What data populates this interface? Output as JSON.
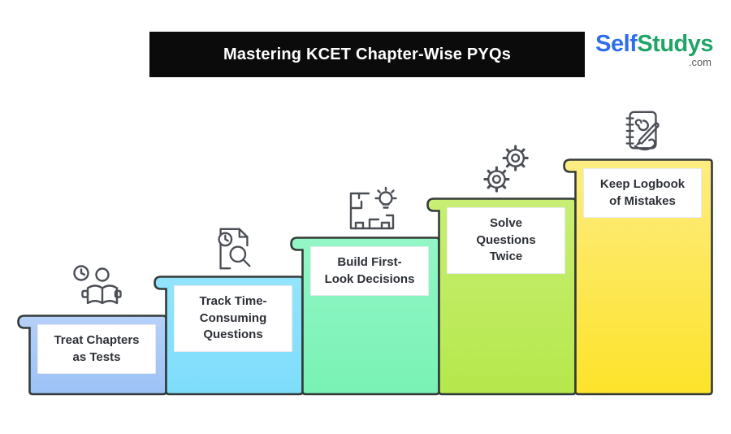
{
  "header": {
    "title": "Mastering KCET Chapter-Wise PYQs",
    "banner_bg": "#0b0b0b",
    "title_color": "#ffffff"
  },
  "logo": {
    "part1": "Self",
    "part1_color": "#2e6ee8",
    "part2": "Studys",
    "part2_color": "#21a566",
    "suffix": ".com",
    "suffix_color": "#55595e"
  },
  "colors": {
    "outline": "#333b39",
    "icon": "#4a4e55",
    "label_text": "#2d3137",
    "background": "#ffffff"
  },
  "steps": [
    {
      "label": "Treat Chapters\nas Tests",
      "icon": "reading-book-icon",
      "color_top": "#b6d0f9",
      "color_bottom": "#9cc2f6"
    },
    {
      "label": "Track Time-\nConsuming\nQuestions",
      "icon": "time-tracking-document-icon",
      "color_top": "#92e4fc",
      "color_bottom": "#7eddfc"
    },
    {
      "label": "Build First-\nLook Decisions",
      "icon": "first-look-blueprint-icon",
      "color_top": "#93f6c6",
      "color_bottom": "#79f2b5"
    },
    {
      "label": "Solve\nQuestions\nTwice",
      "icon": "gears-icon",
      "color_top": "#c8ee74",
      "color_bottom": "#b5e84b"
    },
    {
      "label": "Keep Logbook\nof Mistakes",
      "icon": "mistake-logbook-icon",
      "color_top": "#fdec82",
      "color_bottom": "#fde32a"
    }
  ]
}
